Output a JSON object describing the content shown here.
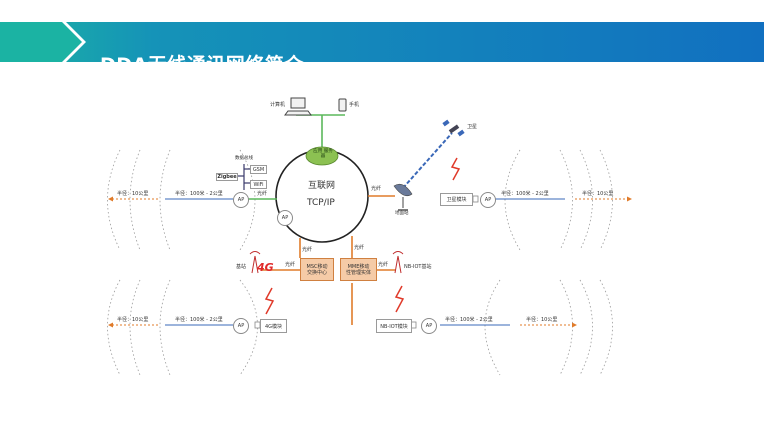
{
  "header": {
    "title": "DDA无线通讯网络简介",
    "colors": {
      "banner_left": "#1bb3a3",
      "banner_right": "#1170c0"
    }
  },
  "diagram": {
    "core": {
      "name": "互联网",
      "protocol": "TCP/IP"
    },
    "hub_label": "应用 服务器",
    "terminals": {
      "computer": "计算机",
      "phone": "手机"
    },
    "satellite": "卫星",
    "ground_station": "地面站",
    "satellite_module": "卫星模块",
    "bus_label": "数据总线",
    "bus_items": [
      "GSM",
      "Zigbee",
      "WiFi"
    ],
    "msc": {
      "line1": "MSC移动",
      "line2": "交换中心"
    },
    "mme": {
      "line1": "MME移动",
      "line2": "性管理实体"
    },
    "base_station": "基站",
    "badge_4g": "4G",
    "nbiot_station": "NB-IOT基站",
    "module_4g": "4G模块",
    "nbiot_module": "NB-IOT模块",
    "ap_label": "AP",
    "fiber": "光纤",
    "radius_near": "半径：100米 - 2公里",
    "radius_far": "半径：10公里",
    "colors": {
      "link_green": "#5cb85c",
      "link_orange": "#e07b2a",
      "link_blue": "#3a68b8",
      "signal_red": "#e03a2a",
      "cloud": "#8cc152"
    }
  }
}
